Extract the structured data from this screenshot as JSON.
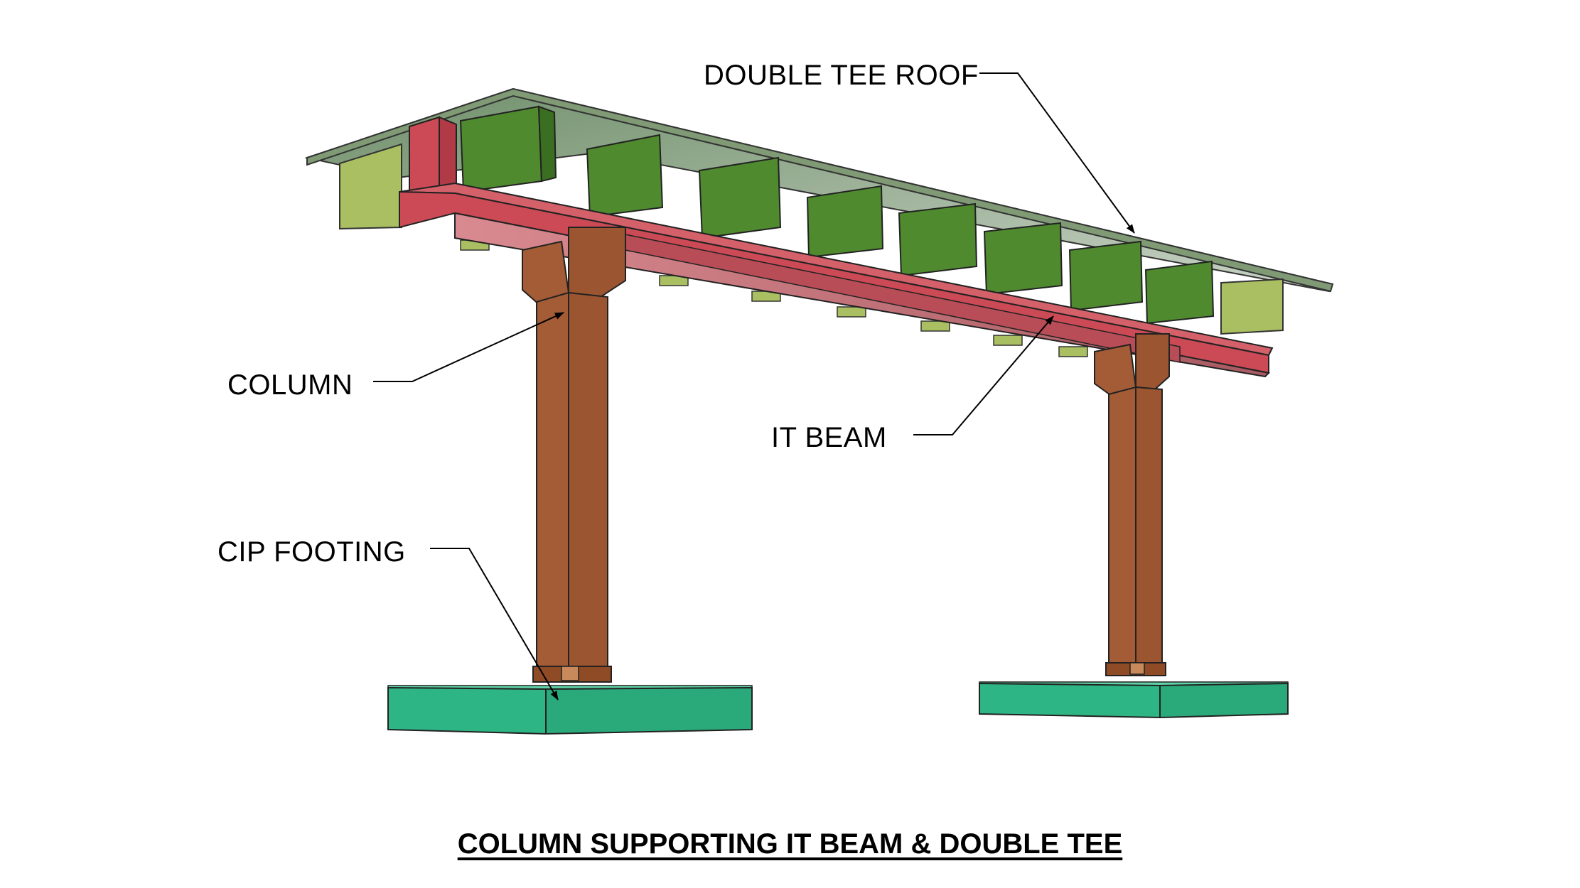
{
  "labels": {
    "double_tee_roof": "DOUBLE TEE ROOF",
    "column": "COLUMN",
    "it_beam": "IT BEAM",
    "cip_footing": "CIP FOOTING"
  },
  "caption": "COLUMN SUPPORTING IT BEAM & DOUBLE TEE",
  "colors": {
    "roof_stem": "#4f8a2f",
    "roof_stem_light": "#a9bf62",
    "roof_deck": "#8da58a",
    "it_beam": "#cc4a55",
    "column": "#9b5530",
    "footing": "#2db585",
    "leader": "#000000"
  }
}
